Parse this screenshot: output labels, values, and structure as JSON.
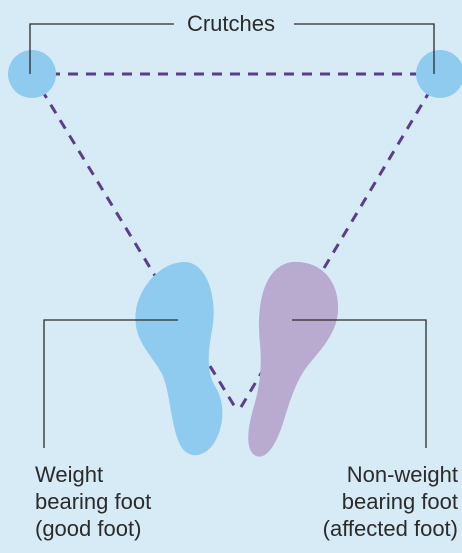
{
  "labels": {
    "crutches": "Crutches",
    "weight_bearing": [
      "Weight",
      "bearing foot",
      "(good foot)"
    ],
    "non_weight_bearing": [
      "Non-weight",
      "bearing foot",
      "(affected foot)"
    ]
  },
  "colors": {
    "background": "#d7ebf7",
    "crutch_tip": "#8ecbee",
    "good_foot": "#8ecbee",
    "affected_foot": "#b9aad0",
    "dashed_line": "#5a3d8c",
    "leader_line": "#2b2b2b",
    "text": "#2b2b2b"
  }
}
